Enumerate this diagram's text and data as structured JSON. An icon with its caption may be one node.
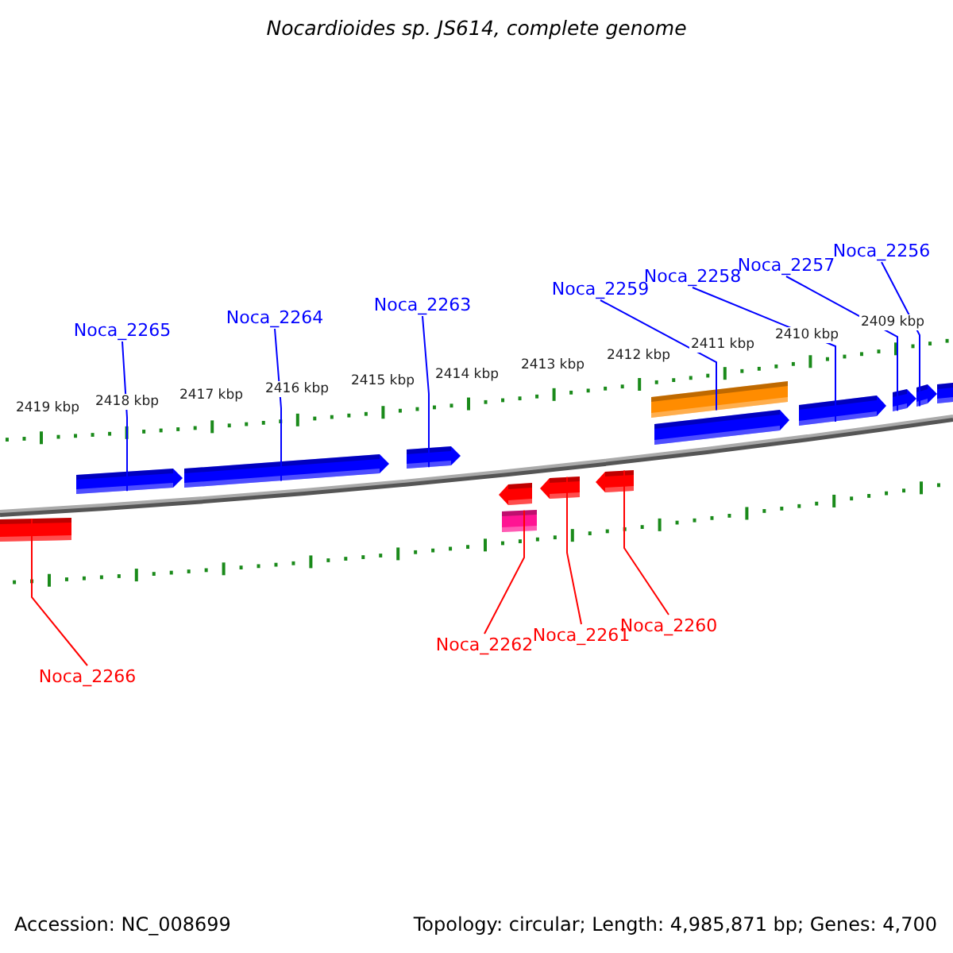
{
  "diagram": {
    "title": "Nocardioides sp. JS614, complete genome",
    "nodes": [
      {
        "text": [
          "Noca_2265"
        ]
      },
      {
        "text": [
          "Noca_2264"
        ]
      },
      {
        "text": [
          "Noca_2263"
        ]
      },
      {
        "text": [
          "Noca_2259"
        ]
      },
      {
        "text": [
          "Noca_2258"
        ]
      },
      {
        "text": [
          "Noca_2257"
        ]
      },
      {
        "text": [
          "Noca_2256"
        ]
      },
      {
        "text": [
          "Noca_2266"
        ]
      },
      {
        "text": [
          "Noca_2262"
        ]
      },
      {
        "text": [
          "Noca_2261"
        ]
      },
      {
        "text": [
          "Noca_2260"
        ]
      },
      {
        "text": [],
        "shape": "bar"
      },
      {
        "text": [],
        "shape": "pentagon"
      },
      {
        "text": [],
        "shape": "pentagon"
      },
      {
        "text": [],
        "shape": "pentagon"
      },
      {
        "text": [],
        "shape": "pentagon"
      },
      {
        "text": [],
        "shape": "bar"
      },
      {
        "text": [],
        "shape": "pentagon"
      },
      {
        "text": [],
        "shape": "pentagon"
      },
      {
        "text": [],
        "shape": "bar"
      },
      {
        "text": [],
        "shape": "pentagon"
      },
      {
        "text": [],
        "shape": "pentagon"
      },
      {
        "text": [],
        "shape": "pentagon"
      },
      {
        "text": [],
        "shape": "pentagon"
      },
      {
        "text": [],
        "shape": "bar"
      }
    ],
    "edges": [
      {
        "from": 0,
        "to": 12,
        "arrow": "none"
      },
      {
        "from": 1,
        "to": 13,
        "arrow": "none"
      },
      {
        "from": 2,
        "to": 14,
        "arrow": "none"
      },
      {
        "from": 3,
        "to": 19,
        "arrow": "none"
      },
      {
        "from": 4,
        "to": 21,
        "arrow": "none"
      },
      {
        "from": 5,
        "to": 22,
        "arrow": "none"
      },
      {
        "from": 6,
        "to": 23,
        "arrow": "none"
      },
      {
        "from": 7,
        "to": 11,
        "arrow": "none",
        "color": "#ff0000"
      },
      {
        "from": 8,
        "to": 16,
        "arrow": "none",
        "color": "#ff0000"
      },
      {
        "from": 9,
        "to": 17,
        "arrow": "none",
        "color": "#ff0000"
      },
      {
        "from": 10,
        "to": 18,
        "arrow": "none",
        "color": "#ff0000"
      }
    ],
    "labels": [
      "2419 kbp",
      "2418 kbp",
      "2417 kbp",
      "2416 kbp",
      "2415 kbp",
      "2414 kbp",
      "2413 kbp",
      "2412 kbp",
      "2411 kbp",
      "2410 kbp",
      "2409 kbp",
      "Accession: NC_008699",
      "Topology: circular; Length: 4,985,871 bp; Genes: 4,700"
    ]
  }
}
